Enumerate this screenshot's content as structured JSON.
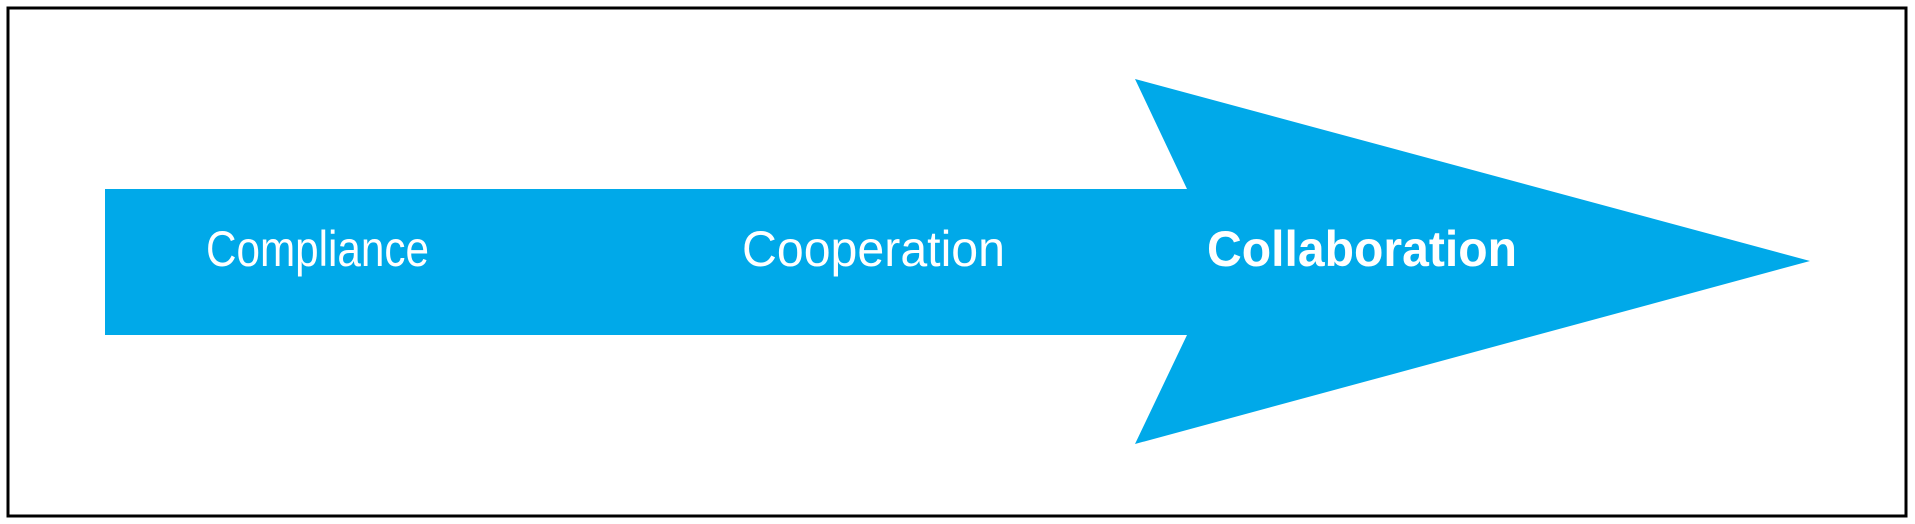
{
  "diagram": {
    "arrow_color": "#00A9E9",
    "stages": [
      {
        "label": "Compliance",
        "emphasis": false
      },
      {
        "label": "Cooperation",
        "emphasis": false
      },
      {
        "label": "Collaboration",
        "emphasis": true
      }
    ]
  }
}
